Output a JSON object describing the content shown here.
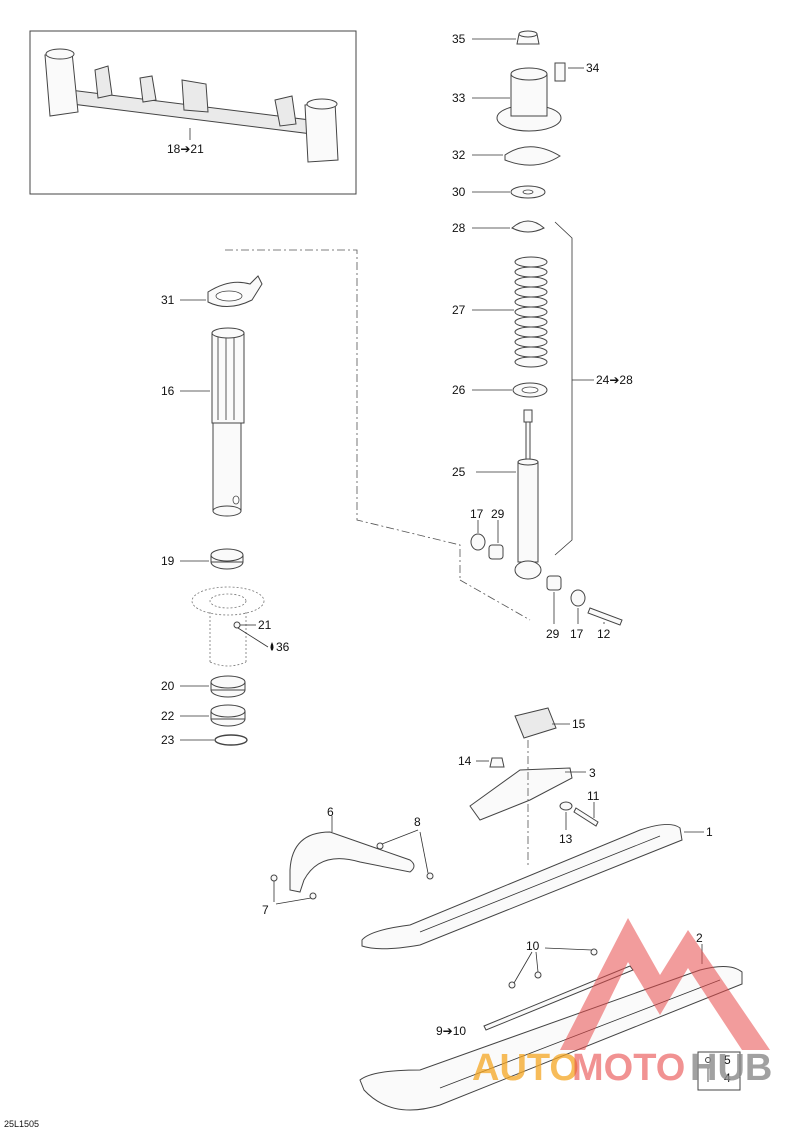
{
  "callouts": {
    "c35": "35",
    "c34": "34",
    "c33": "33",
    "c32": "32",
    "c30": "30",
    "c28": "28",
    "c27": "27",
    "c26": "26",
    "c25": "25",
    "c2428": "24➔28",
    "c17a": "17",
    "c29a": "29",
    "c29b": "29",
    "c17b": "17",
    "c12": "12",
    "c31": "31",
    "c16": "16",
    "c19": "19",
    "c21": "21",
    "c36": "36",
    "c20": "20",
    "c22": "22",
    "c23": "23",
    "c1821": "18➔21",
    "c15": "15",
    "c14": "14",
    "c3": "3",
    "c11": "11",
    "c13": "13",
    "c1": "1",
    "c6": "6",
    "c8": "8",
    "c7": "7",
    "c2": "2",
    "c10": "10",
    "c910": "9➔10",
    "c5": "5",
    "c4": "4"
  },
  "drawing_code": "25L1505",
  "watermark": {
    "word1": "AUTO",
    "word2": "MOTO",
    "word3": "HUB",
    "color_red": "#e84a4a",
    "color_orange": "#f5a623",
    "color_gray": "#8a8a8a"
  }
}
